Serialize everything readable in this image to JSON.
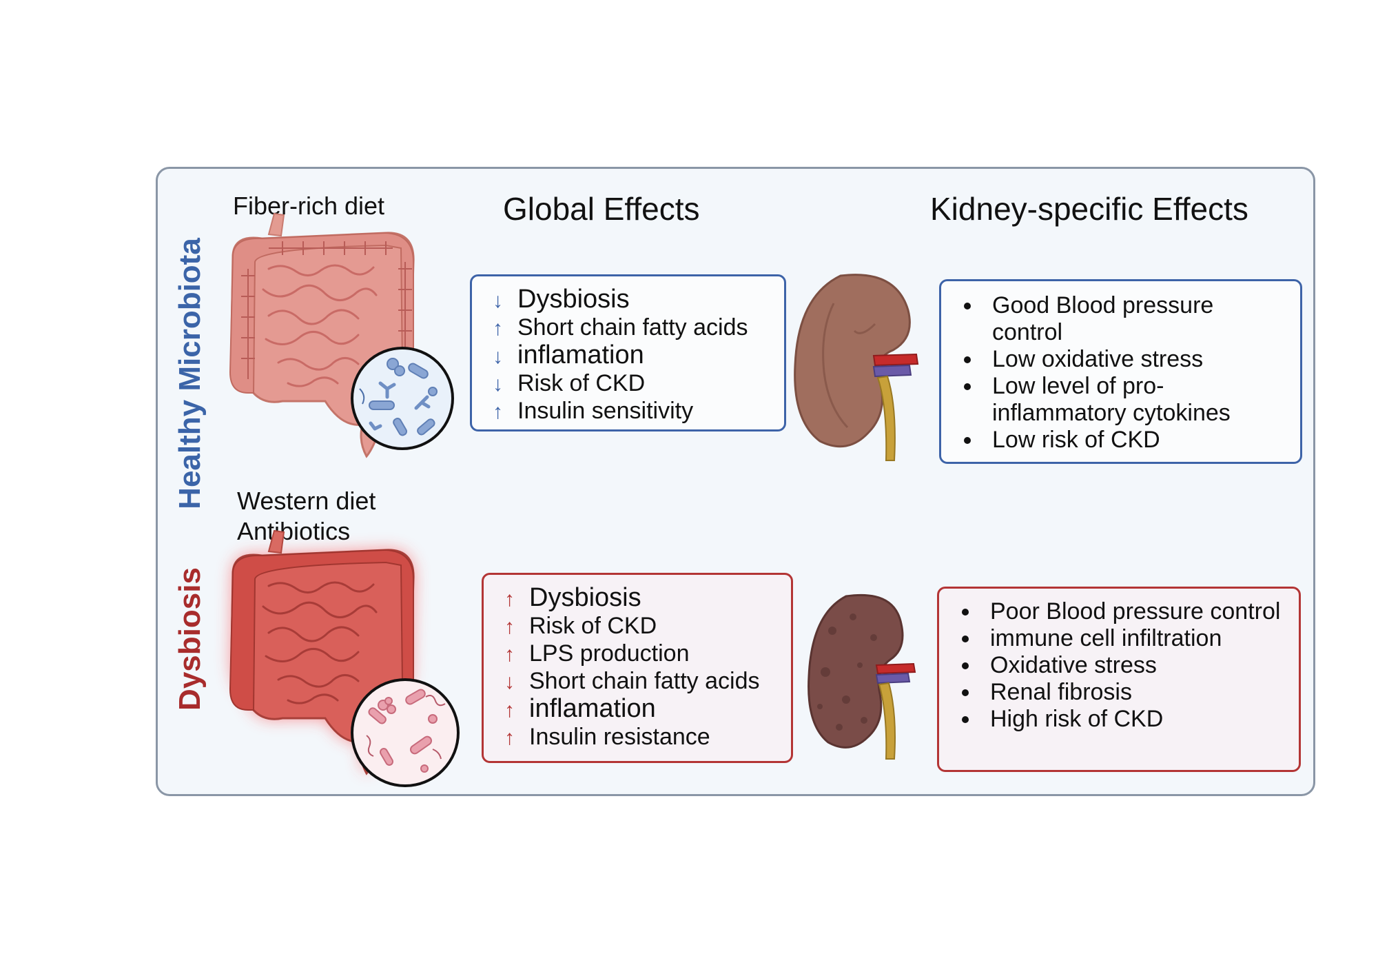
{
  "headings": {
    "global": "Global Effects",
    "kidney": "Kidney-specific Effects"
  },
  "rows": {
    "healthy": {
      "side_label": "Healthy Microbiota",
      "diet_lines": [
        "Fiber-rich diet"
      ],
      "global_effects": [
        {
          "direction": "down",
          "arrow": "↓",
          "text": "Dysbiosis",
          "big": true
        },
        {
          "direction": "up",
          "arrow": "↑",
          "text": "Short chain fatty acids",
          "big": false
        },
        {
          "direction": "down",
          "arrow": "↓",
          "text": "inflamation",
          "big": true
        },
        {
          "direction": "down",
          "arrow": "↓",
          "text": "Risk of CKD",
          "big": false
        },
        {
          "direction": "up",
          "arrow": "↑",
          "text": "Insulin sensitivity",
          "big": false
        }
      ],
      "kidney_effects": [
        "Good Blood pressure control",
        "Low oxidative stress",
        "Low level of pro-inflammatory cytokines",
        "Low risk of CKD"
      ]
    },
    "dysbiosis": {
      "side_label": "Dysbiosis",
      "diet_lines": [
        "Western diet",
        "Antibiotics"
      ],
      "global_effects": [
        {
          "direction": "up",
          "arrow": "↑",
          "text": "Dysbiosis",
          "big": true
        },
        {
          "direction": "up",
          "arrow": "↑",
          "text": "Risk of CKD",
          "big": false
        },
        {
          "direction": "up",
          "arrow": "↑",
          "text": "LPS production",
          "big": false
        },
        {
          "direction": "down",
          "arrow": "↓",
          "text": "Short chain fatty acids",
          "big": false
        },
        {
          "direction": "up",
          "arrow": "↑",
          "text": "inflamation",
          "big": true
        },
        {
          "direction": "up",
          "arrow": "↑",
          "text": "Insulin resistance",
          "big": false
        }
      ],
      "kidney_effects": [
        "Poor Blood pressure control",
        "immune cell infiltration",
        "Oxidative stress",
        "Renal fibrosis",
        "High risk of CKD"
      ]
    }
  },
  "illustrations": {
    "healthy_intestine": "intestine-icon",
    "healthy_bacteria": "bacteria-magnifier-icon",
    "healthy_kidney": "kidney-icon",
    "dysbiosis_intestine": "inflamed-intestine-icon",
    "dysbiosis_bacteria": "pathogenic-bacteria-magnifier-icon",
    "dysbiosis_kidney": "damaged-kidney-icon"
  },
  "colors": {
    "healthy_accent": "#3d63a8",
    "dysbiosis_accent": "#b33535",
    "panel_bg": "#f3f7fb",
    "panel_border": "#8a96a6"
  }
}
